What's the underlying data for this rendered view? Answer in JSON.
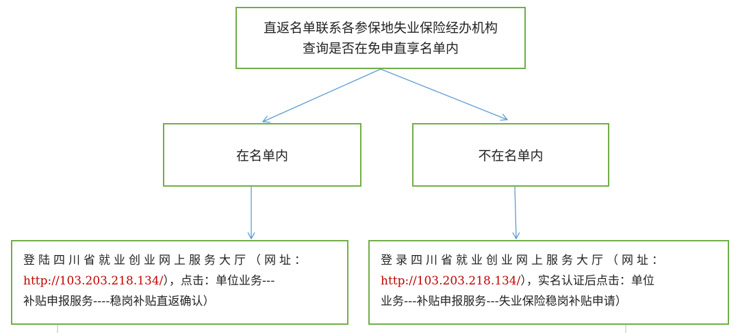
{
  "top_box": {
    "line1": "直返名单联系各参保地失业保险经办机构",
    "line2": "查询是否在免申直享名单内"
  },
  "in_list_box": {
    "label": "在名单内"
  },
  "not_in_list_box": {
    "label": "不在名单内"
  },
  "left_box": {
    "line1": "登陆四川省就业创业网上服务大厅（网址：",
    "url": "http://103.203.218.134/",
    "line2_rest": "），点击：单位业务---",
    "line3": "补贴申报服务----稳岗补贴直返确认）"
  },
  "right_box": {
    "line1": "登录四川省就业创业网上服务大厅（网址：",
    "url": "http://103.203.218.134/",
    "line2_rest": "），实名认证后点击：单位",
    "line3": "业务---补贴申报服务---失业保险稳岗补贴申请）"
  },
  "colors": {
    "box_border": "#70ad47",
    "arrow": "#5b9bd5",
    "url_text": "#c00000"
  }
}
